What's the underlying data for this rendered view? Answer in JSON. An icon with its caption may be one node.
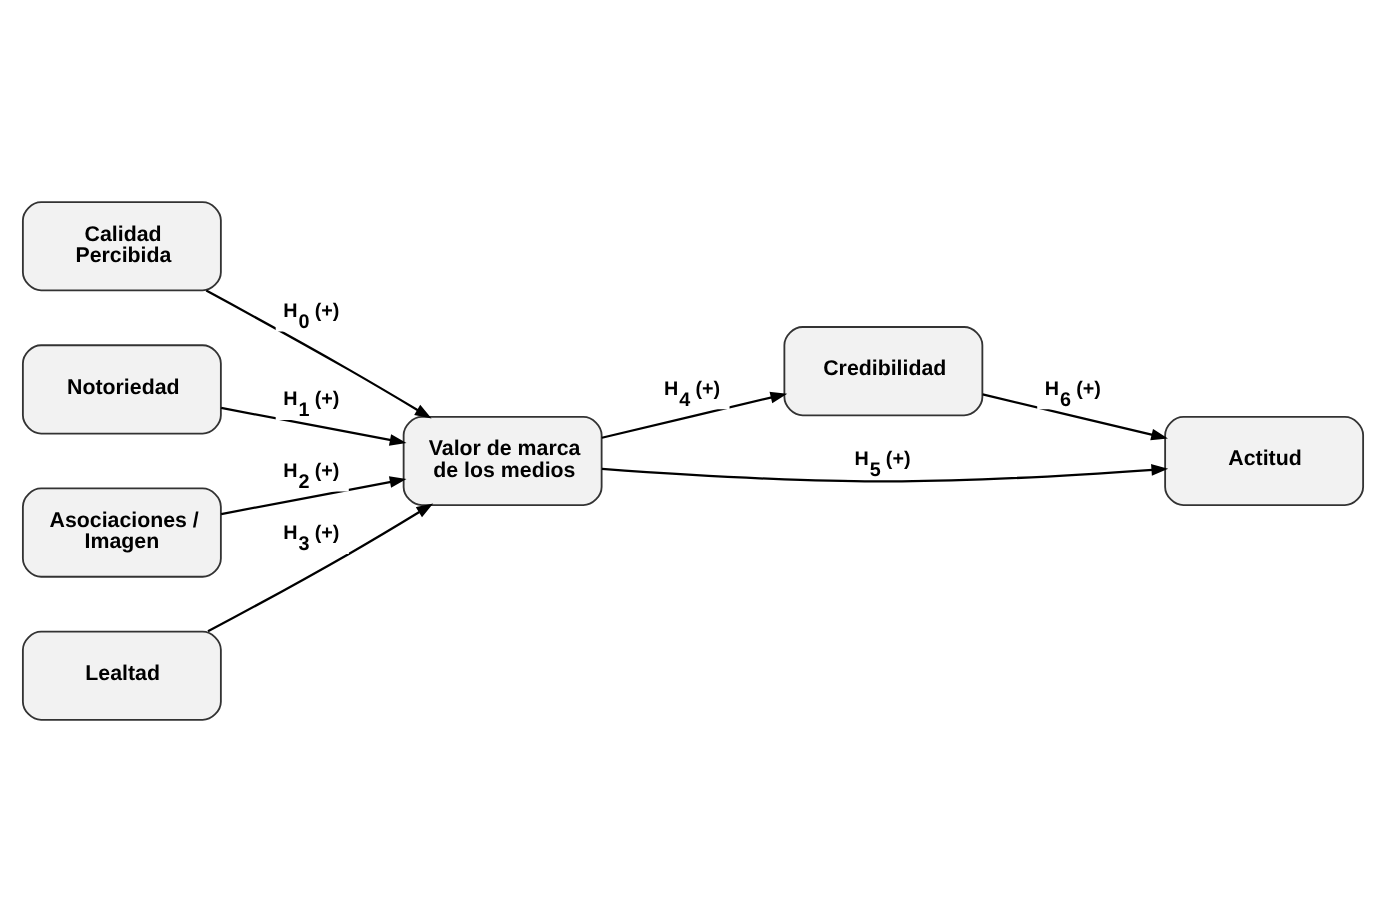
{
  "diagram": {
    "nodes": [
      {
        "text": [
          "Calidad Percibida"
        ]
      },
      {
        "text": [
          "Notoriedad"
        ]
      },
      {
        "text": [
          "Asociaciones / Imagen"
        ]
      },
      {
        "text": [
          "Lealtad"
        ]
      },
      {
        "text": [
          "Valor de marca de los medios"
        ]
      },
      {
        "text": [
          "Credibilidad"
        ]
      },
      {
        "text": [
          "Actitud"
        ]
      }
    ],
    "edges": [
      {
        "from": 0,
        "to": 4,
        "arrow": "to",
        "label": "H$_{0}$ (+)"
      },
      {
        "from": 1,
        "to": 4,
        "arrow": "to",
        "label": "H$_{1}$ (+)"
      },
      {
        "from": 2,
        "to": 4,
        "arrow": "to",
        "label": "H$_{2}$ (+)"
      },
      {
        "from": 3,
        "to": 4,
        "arrow": "to",
        "label": "H$_{3}$ (+)"
      },
      {
        "from": 4,
        "to": 5,
        "arrow": "to",
        "label": "H$_{4}$ (+)"
      },
      {
        "from": 4,
        "to": 6,
        "arrow": "to",
        "label": "H$_{5}$ (+)"
      },
      {
        "from": 5,
        "to": 6,
        "arrow": "to",
        "label": "H$_{6}$ (+)"
      }
    ]
  }
}
